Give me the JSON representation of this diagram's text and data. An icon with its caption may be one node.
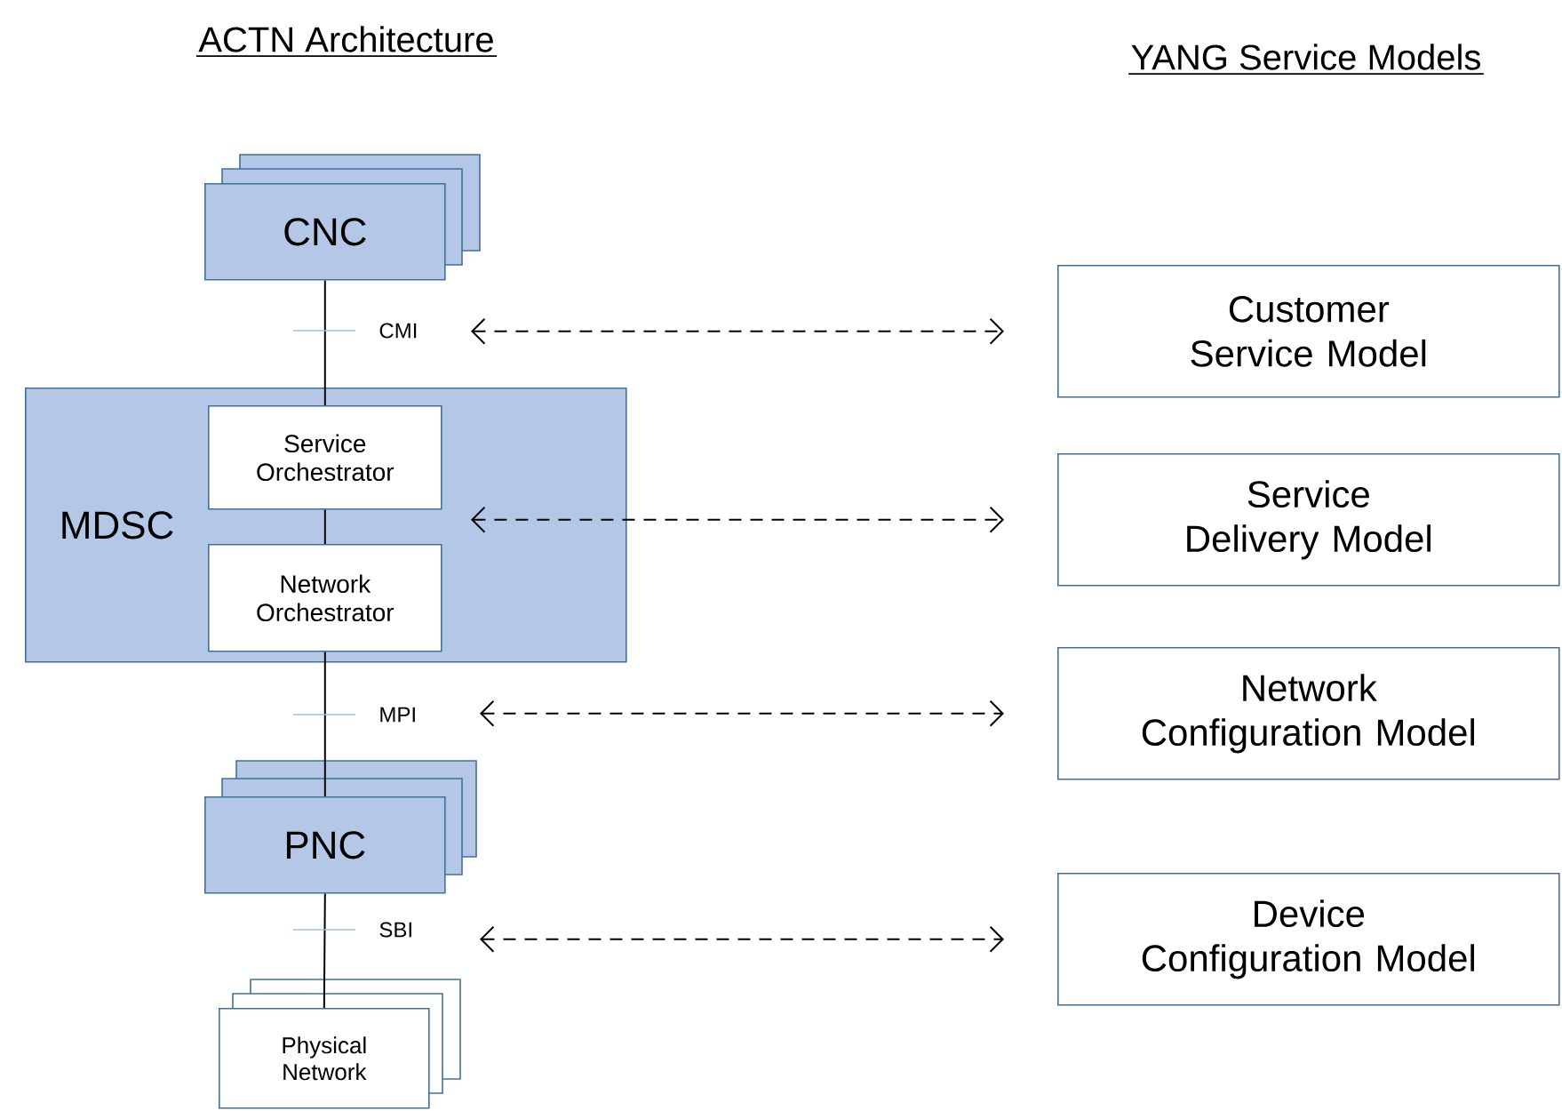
{
  "diagram": {
    "nodes": [
      {
        "text": [
          "CNC"
        ]
      },
      {
        "text": [
          "MDSC"
        ]
      },
      {
        "text": [
          "Service Orchestrator"
        ],
        "in": 1
      },
      {
        "text": [
          "Network Orchestrator"
        ],
        "in": 1
      },
      {
        "text": [
          "PNC"
        ]
      },
      {
        "text": [
          "Physical Network"
        ]
      },
      {
        "text": [
          "Customer Service Model"
        ]
      },
      {
        "text": [
          "Service Delivery Model"
        ]
      },
      {
        "text": [
          "Network Configuration Model"
        ]
      },
      {
        "text": [
          "Device Configuration Model"
        ]
      }
    ],
    "edges": [
      {
        "from": 0,
        "to": 2,
        "arrow": "none",
        "label": "CMI"
      },
      {
        "from": 2,
        "to": 3,
        "arrow": "none"
      },
      {
        "from": 3,
        "to": 4,
        "arrow": "none",
        "label": "MPI"
      },
      {
        "from": 4,
        "to": 5,
        "arrow": "none",
        "label": "SBI"
      },
      {
        "from": null,
        "to": 6,
        "arrow": "both",
        "style": "dashed"
      },
      {
        "from": null,
        "to": 7,
        "arrow": "both",
        "style": "dashed"
      },
      {
        "from": null,
        "to": 8,
        "arrow": "both",
        "style": "dashed"
      },
      {
        "from": null,
        "to": 9,
        "arrow": "both",
        "style": "dashed"
      }
    ],
    "labels": [
      "ACTN Architecture",
      "YANG Service Models"
    ]
  }
}
